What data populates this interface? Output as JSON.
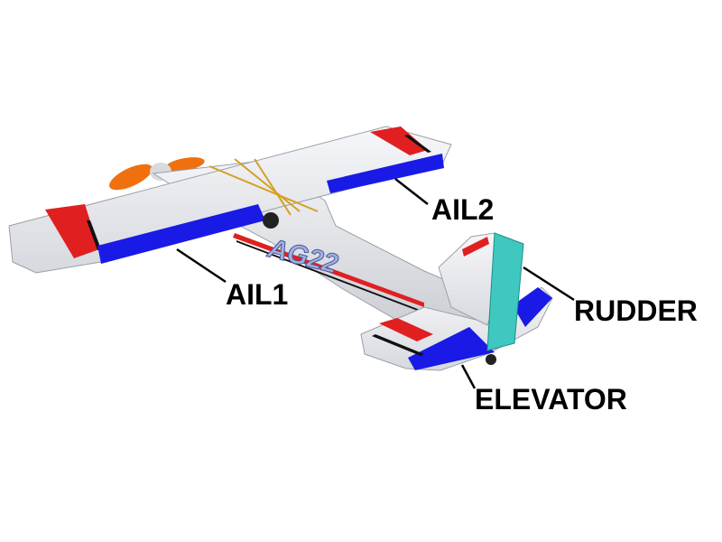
{
  "fuselage_marking": "AG22",
  "callouts": {
    "ail2": "AIL2",
    "ail1": "AIL1",
    "rudder": "RUDDER",
    "elevator": "ELEVATOR"
  },
  "colors": {
    "airframe": "#eceef2",
    "aileron": "#1a1ae6",
    "elevator": "#1a1ae6",
    "rudder": "#3fc8c0",
    "stripe_red": "#e02020",
    "stripe_black": "#111111",
    "propeller": "#f07010"
  }
}
